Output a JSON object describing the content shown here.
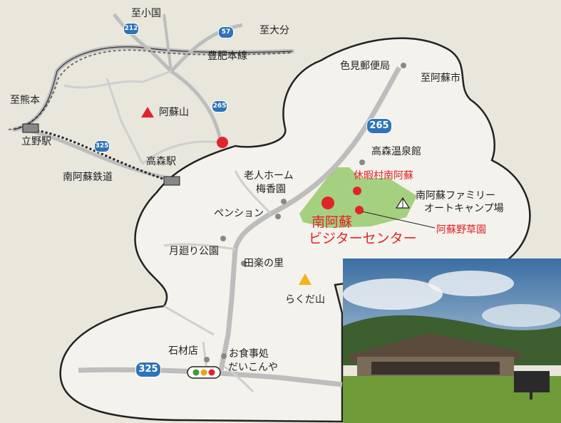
{
  "labels": {
    "to_oguni": "至小国",
    "to_oita": "至大分",
    "hohi_line": "豊肥本線",
    "to_kumamoto": "至熊本",
    "tateno_station": "立野駅",
    "mt_aso": "阿蘇山",
    "takamori_station": "高森駅",
    "minamiaso_railway": "南阿蘇鉄道",
    "irome_post_office": "色見郵便局",
    "to_aso_city": "至阿蘇市",
    "takamori_onsen": "高森温泉館",
    "nursing_home_1": "老人ホーム",
    "nursing_home_2": "梅香園",
    "kyukamura": "休暇村南阿蘇",
    "campground_1": "南阿蘇ファミリー",
    "campground_2": "オートキャンプ場",
    "pension": "ペンション",
    "visitor_center_1": "南阿蘇",
    "visitor_center_2": "ビジターセンター",
    "wild_flower_garden": "阿蘇野草園",
    "tsukimawari_park": "月廻り公園",
    "dengaku_no_sato": "田楽の里",
    "mt_rakuda": "らくだ山",
    "stone_shop": "石材店",
    "restaurant_1": "お食事処",
    "restaurant_2": "だいこんや"
  },
  "routes": {
    "r212": "212",
    "r57": "57",
    "r265_small": "265",
    "r325_small": "325",
    "r265": "265",
    "r325": "325"
  },
  "colors": {
    "paper": "#e9e6dc",
    "red": "#e0242a",
    "green": "#9ccc73",
    "road": "#bdbdbd",
    "route_shield": "#2f73b8",
    "mountain_red": "#e0242a",
    "mountain_yellow": "#f0b51a"
  }
}
